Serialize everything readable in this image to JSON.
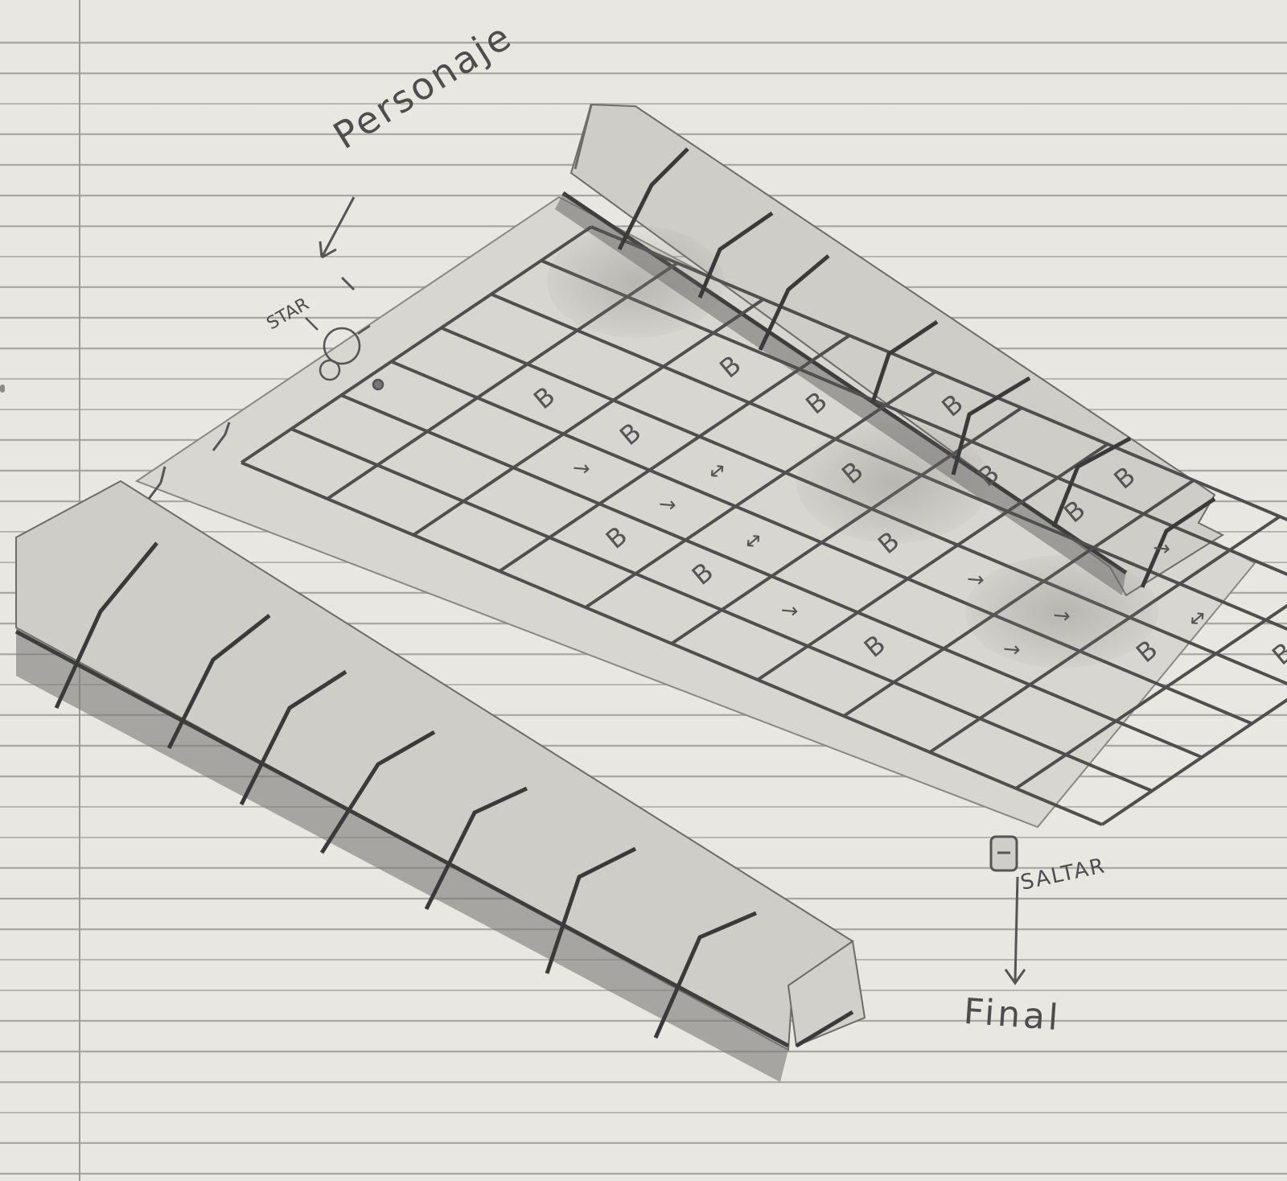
{
  "labels": {
    "character": "Personaje",
    "star": "STAR",
    "jump": "SALTAR",
    "finish": "Final"
  },
  "board": {
    "cell_symbols": [
      {
        "row": 1,
        "col": 3,
        "text": "B"
      },
      {
        "row": 2,
        "col": 2,
        "text": "↘"
      },
      {
        "row": 2,
        "col": 3,
        "text": "B"
      },
      {
        "row": 2,
        "col": 5,
        "text": "B"
      },
      {
        "row": 3,
        "col": 1,
        "text": "B"
      },
      {
        "row": 3,
        "col": 2,
        "text": "↘"
      },
      {
        "row": 3,
        "col": 3,
        "text": "↔"
      },
      {
        "row": 3,
        "col": 5,
        "text": "B"
      },
      {
        "row": 4,
        "col": 1,
        "text": "B"
      },
      {
        "row": 4,
        "col": 2,
        "text": "↔"
      },
      {
        "row": 4,
        "col": 4,
        "text": "B"
      },
      {
        "row": 4,
        "col": 6,
        "text": "B"
      },
      {
        "row": 5,
        "col": 1,
        "text": "↘"
      },
      {
        "row": 5,
        "col": 3,
        "text": "B"
      },
      {
        "row": 5,
        "col": 5,
        "text": "B"
      },
      {
        "row": 6,
        "col": 1,
        "text": "B"
      },
      {
        "row": 6,
        "col": 3,
        "text": "↘"
      },
      {
        "row": 6,
        "col": 5,
        "text": "B"
      },
      {
        "row": 6,
        "col": 6,
        "text": "B"
      },
      {
        "row": 7,
        "col": 2,
        "text": "↘"
      },
      {
        "row": 7,
        "col": 3,
        "text": "↘"
      },
      {
        "row": 7,
        "col": 5,
        "text": "↘"
      },
      {
        "row": 8,
        "col": 3,
        "text": "B"
      },
      {
        "row": 8,
        "col": 4,
        "text": "↔"
      },
      {
        "row": 8,
        "col": 6,
        "text": "↘"
      },
      {
        "row": 9,
        "col": 4,
        "text": "B"
      }
    ]
  },
  "icons": {
    "character": "character-figure-icon",
    "jump_goal": "goal-box-icon",
    "arrow": "arrow-down-left-icon"
  },
  "colors": {
    "paper": "#e9e7e2",
    "ruled_line": "#a7a6a2",
    "pencil": "#4a4a4a",
    "shade": "#8e8c89"
  }
}
